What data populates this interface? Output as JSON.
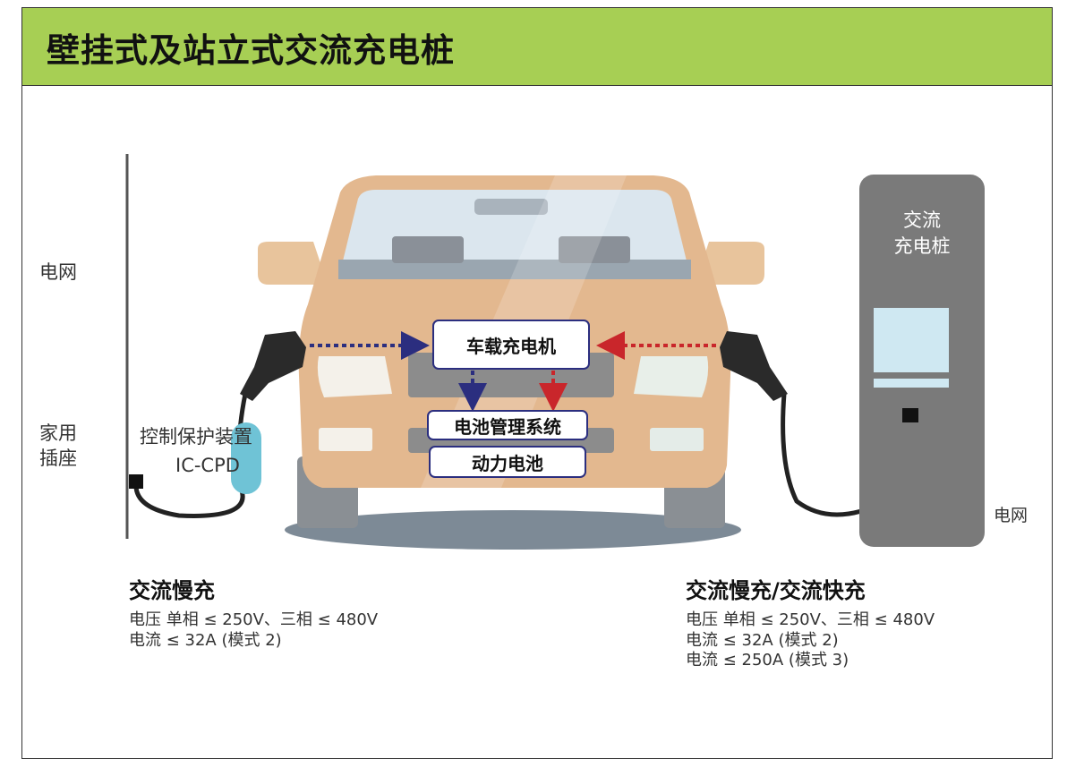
{
  "title": "壁挂式及站立式交流充电桩",
  "left": {
    "grid_label": "电网",
    "socket_label": "家用\n插座",
    "icpd_label_line1": "控制保护装置",
    "icpd_label_line2": "IC-CPD",
    "mode_title": "交流慢充",
    "specs": [
      "电压 单相 ≤ 250V、三相 ≤ 480V",
      "电流 ≤ 32A (模式 2)"
    ]
  },
  "car": {
    "onboard_charger": "车载充电机",
    "bms": "电池管理系统",
    "battery": "动力电池"
  },
  "right": {
    "pile_label_line1": "交流",
    "pile_label_line2": "充电桩",
    "grid_label": "电网",
    "mode_title": "交流慢充/交流快充",
    "specs": [
      "电压 单相 ≤ 250V、三相 ≤ 480V",
      "电流 ≤ 32A (模式 2)",
      "电流 ≤ 250A (模式 3)"
    ]
  },
  "colors": {
    "title_bar": "#a7cf54",
    "car_body": "#e3b88f",
    "arrow_blue": "#2b2e7f",
    "arrow_red": "#c9262b",
    "pile": "#7a7a7a",
    "icpd": "#6fc3d6"
  }
}
